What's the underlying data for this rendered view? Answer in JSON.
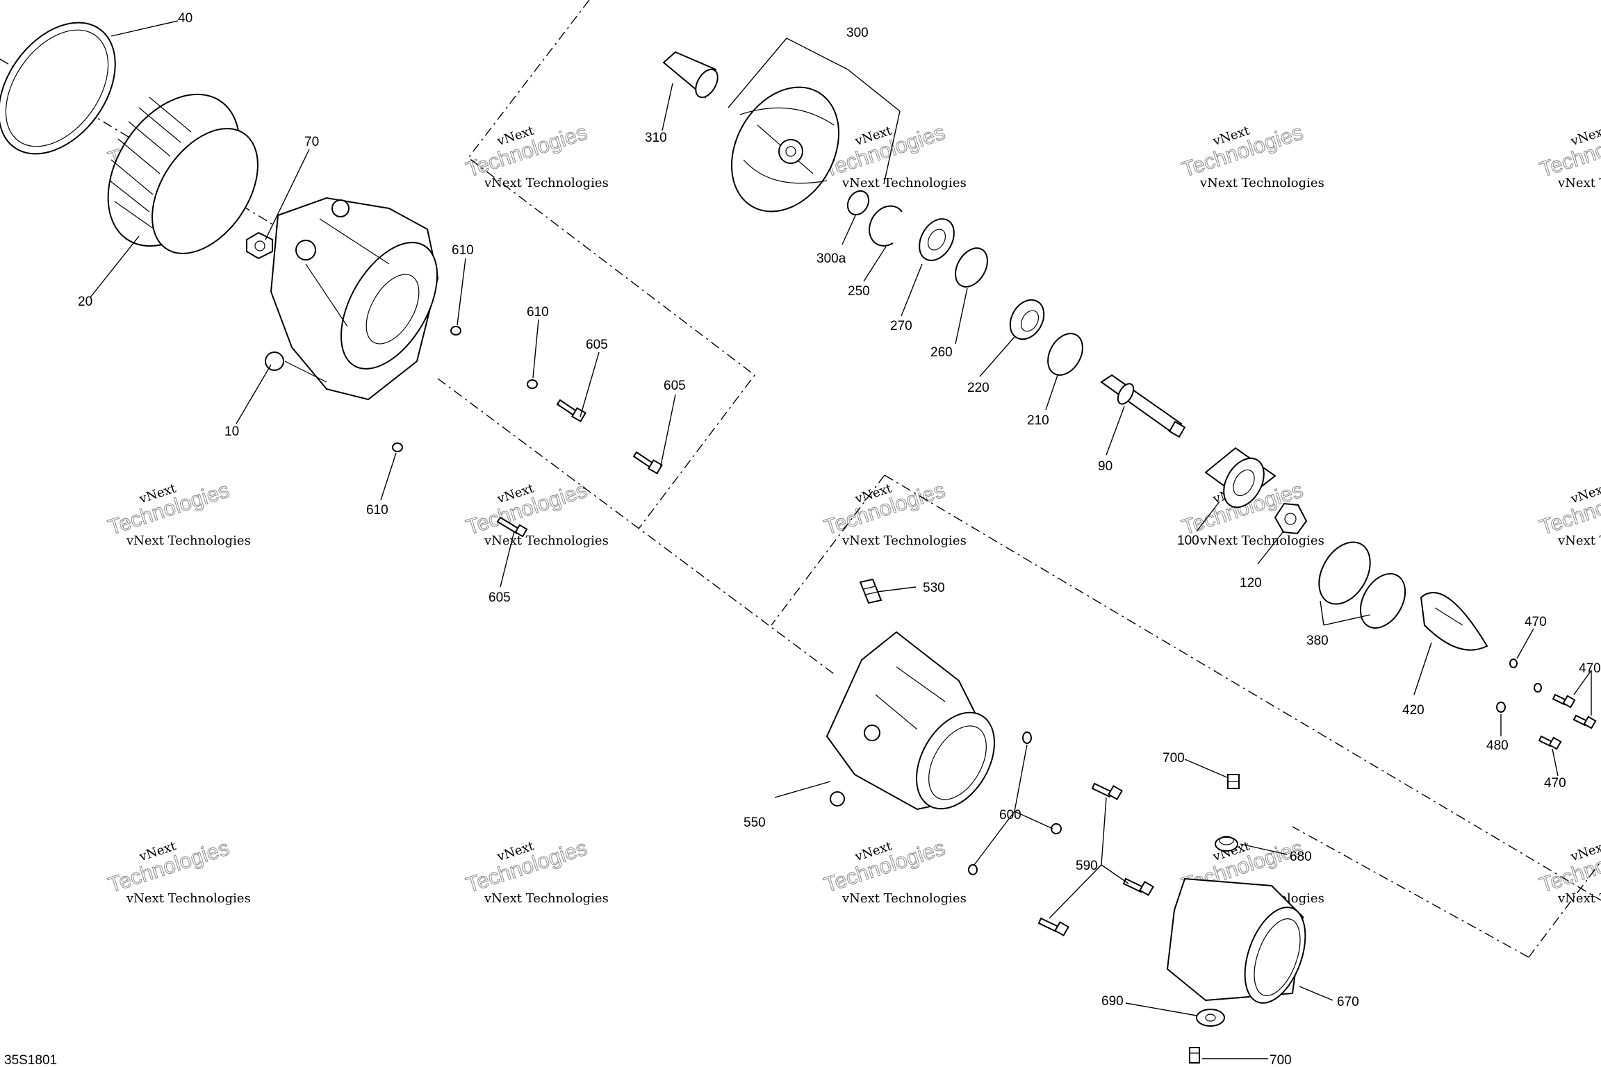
{
  "diagram_id": "35S1801",
  "watermark": {
    "line1": "vNext Technologies",
    "line2": "Technologies",
    "mark": "vNext"
  },
  "callouts": [
    {
      "id": "40",
      "label": "40"
    },
    {
      "id": "20",
      "label": "20"
    },
    {
      "id": "70",
      "label": "70"
    },
    {
      "id": "10",
      "label": "10"
    },
    {
      "id": "610a",
      "label": "610"
    },
    {
      "id": "610b",
      "label": "610"
    },
    {
      "id": "610c",
      "label": "610"
    },
    {
      "id": "605a",
      "label": "605"
    },
    {
      "id": "605b",
      "label": "605"
    },
    {
      "id": "605c",
      "label": "605"
    },
    {
      "id": "310",
      "label": "310"
    },
    {
      "id": "300",
      "label": "300"
    },
    {
      "id": "300a",
      "label": "300a"
    },
    {
      "id": "250",
      "label": "250"
    },
    {
      "id": "270",
      "label": "270"
    },
    {
      "id": "260",
      "label": "260"
    },
    {
      "id": "220",
      "label": "220"
    },
    {
      "id": "210",
      "label": "210"
    },
    {
      "id": "90",
      "label": "90"
    },
    {
      "id": "100",
      "label": "100"
    },
    {
      "id": "120",
      "label": "120"
    },
    {
      "id": "380",
      "label": "380"
    },
    {
      "id": "420",
      "label": "420"
    },
    {
      "id": "470a",
      "label": "470"
    },
    {
      "id": "470b",
      "label": "470"
    },
    {
      "id": "470c",
      "label": "470"
    },
    {
      "id": "480",
      "label": "480"
    },
    {
      "id": "530",
      "label": "530"
    },
    {
      "id": "550",
      "label": "550"
    },
    {
      "id": "600",
      "label": "600"
    },
    {
      "id": "590",
      "label": "590"
    },
    {
      "id": "700a",
      "label": "700"
    },
    {
      "id": "700b",
      "label": "700"
    },
    {
      "id": "680",
      "label": "680"
    },
    {
      "id": "670",
      "label": "670"
    },
    {
      "id": "690",
      "label": "690"
    }
  ]
}
